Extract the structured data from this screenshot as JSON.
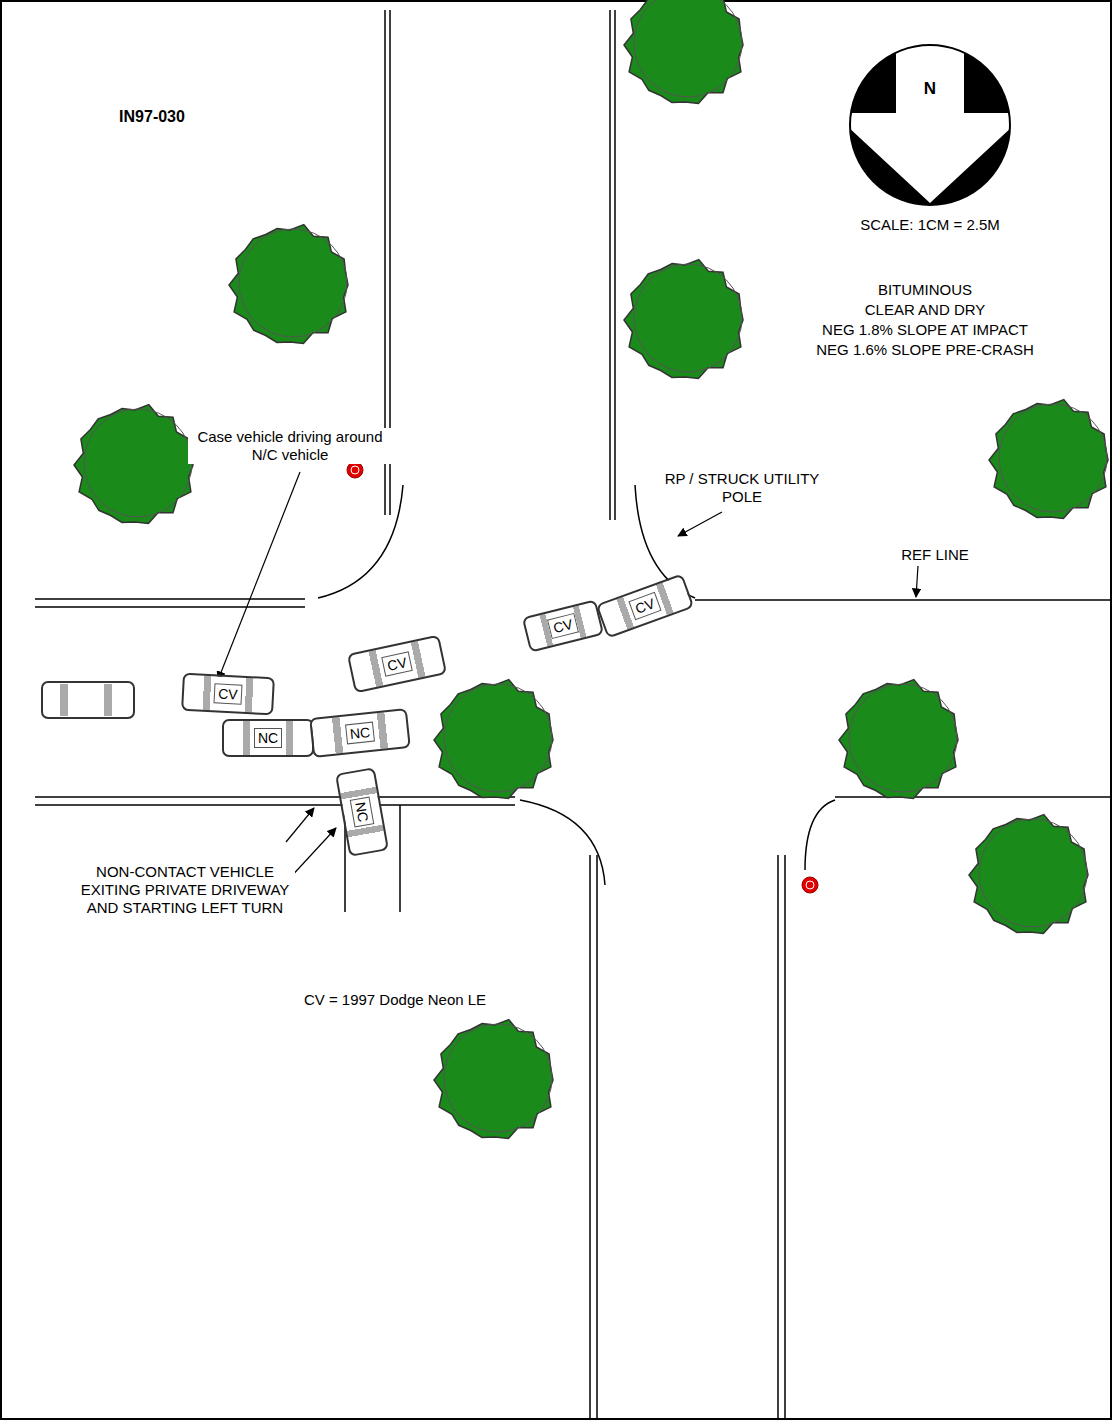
{
  "diagram": {
    "nodes": [
      {
        "text": [
          "N"
        ]
      },
      {
        "text": [
          "CV"
        ]
      },
      {
        "text": [
          "CV"
        ]
      },
      {
        "text": [
          "CV"
        ]
      },
      {
        "text": [
          "CV"
        ]
      },
      {
        "text": [
          "NC"
        ]
      },
      {
        "text": [
          "NC"
        ]
      },
      {
        "text": [
          "NC"
        ]
      }
    ],
    "labels": [
      "IN97-030",
      "SCALE: 1CM = 2.5M",
      "BITUMINOUS",
      "CLEAR AND DRY",
      "NEG 1.8% SLOPE AT IMPACT",
      "NEG 1.6% SLOPE PRE-CRASH",
      "Case vehicle driving around N/C vehicle",
      "RP / STRUCK UTILITY POLE",
      "REF LINE",
      "NON-CONTACT VEHICLE EXITING PRIVATE DRIVEWAY AND STARTING LEFT TURN",
      "CV = 1997 Dodge Neon LE"
    ]
  }
}
